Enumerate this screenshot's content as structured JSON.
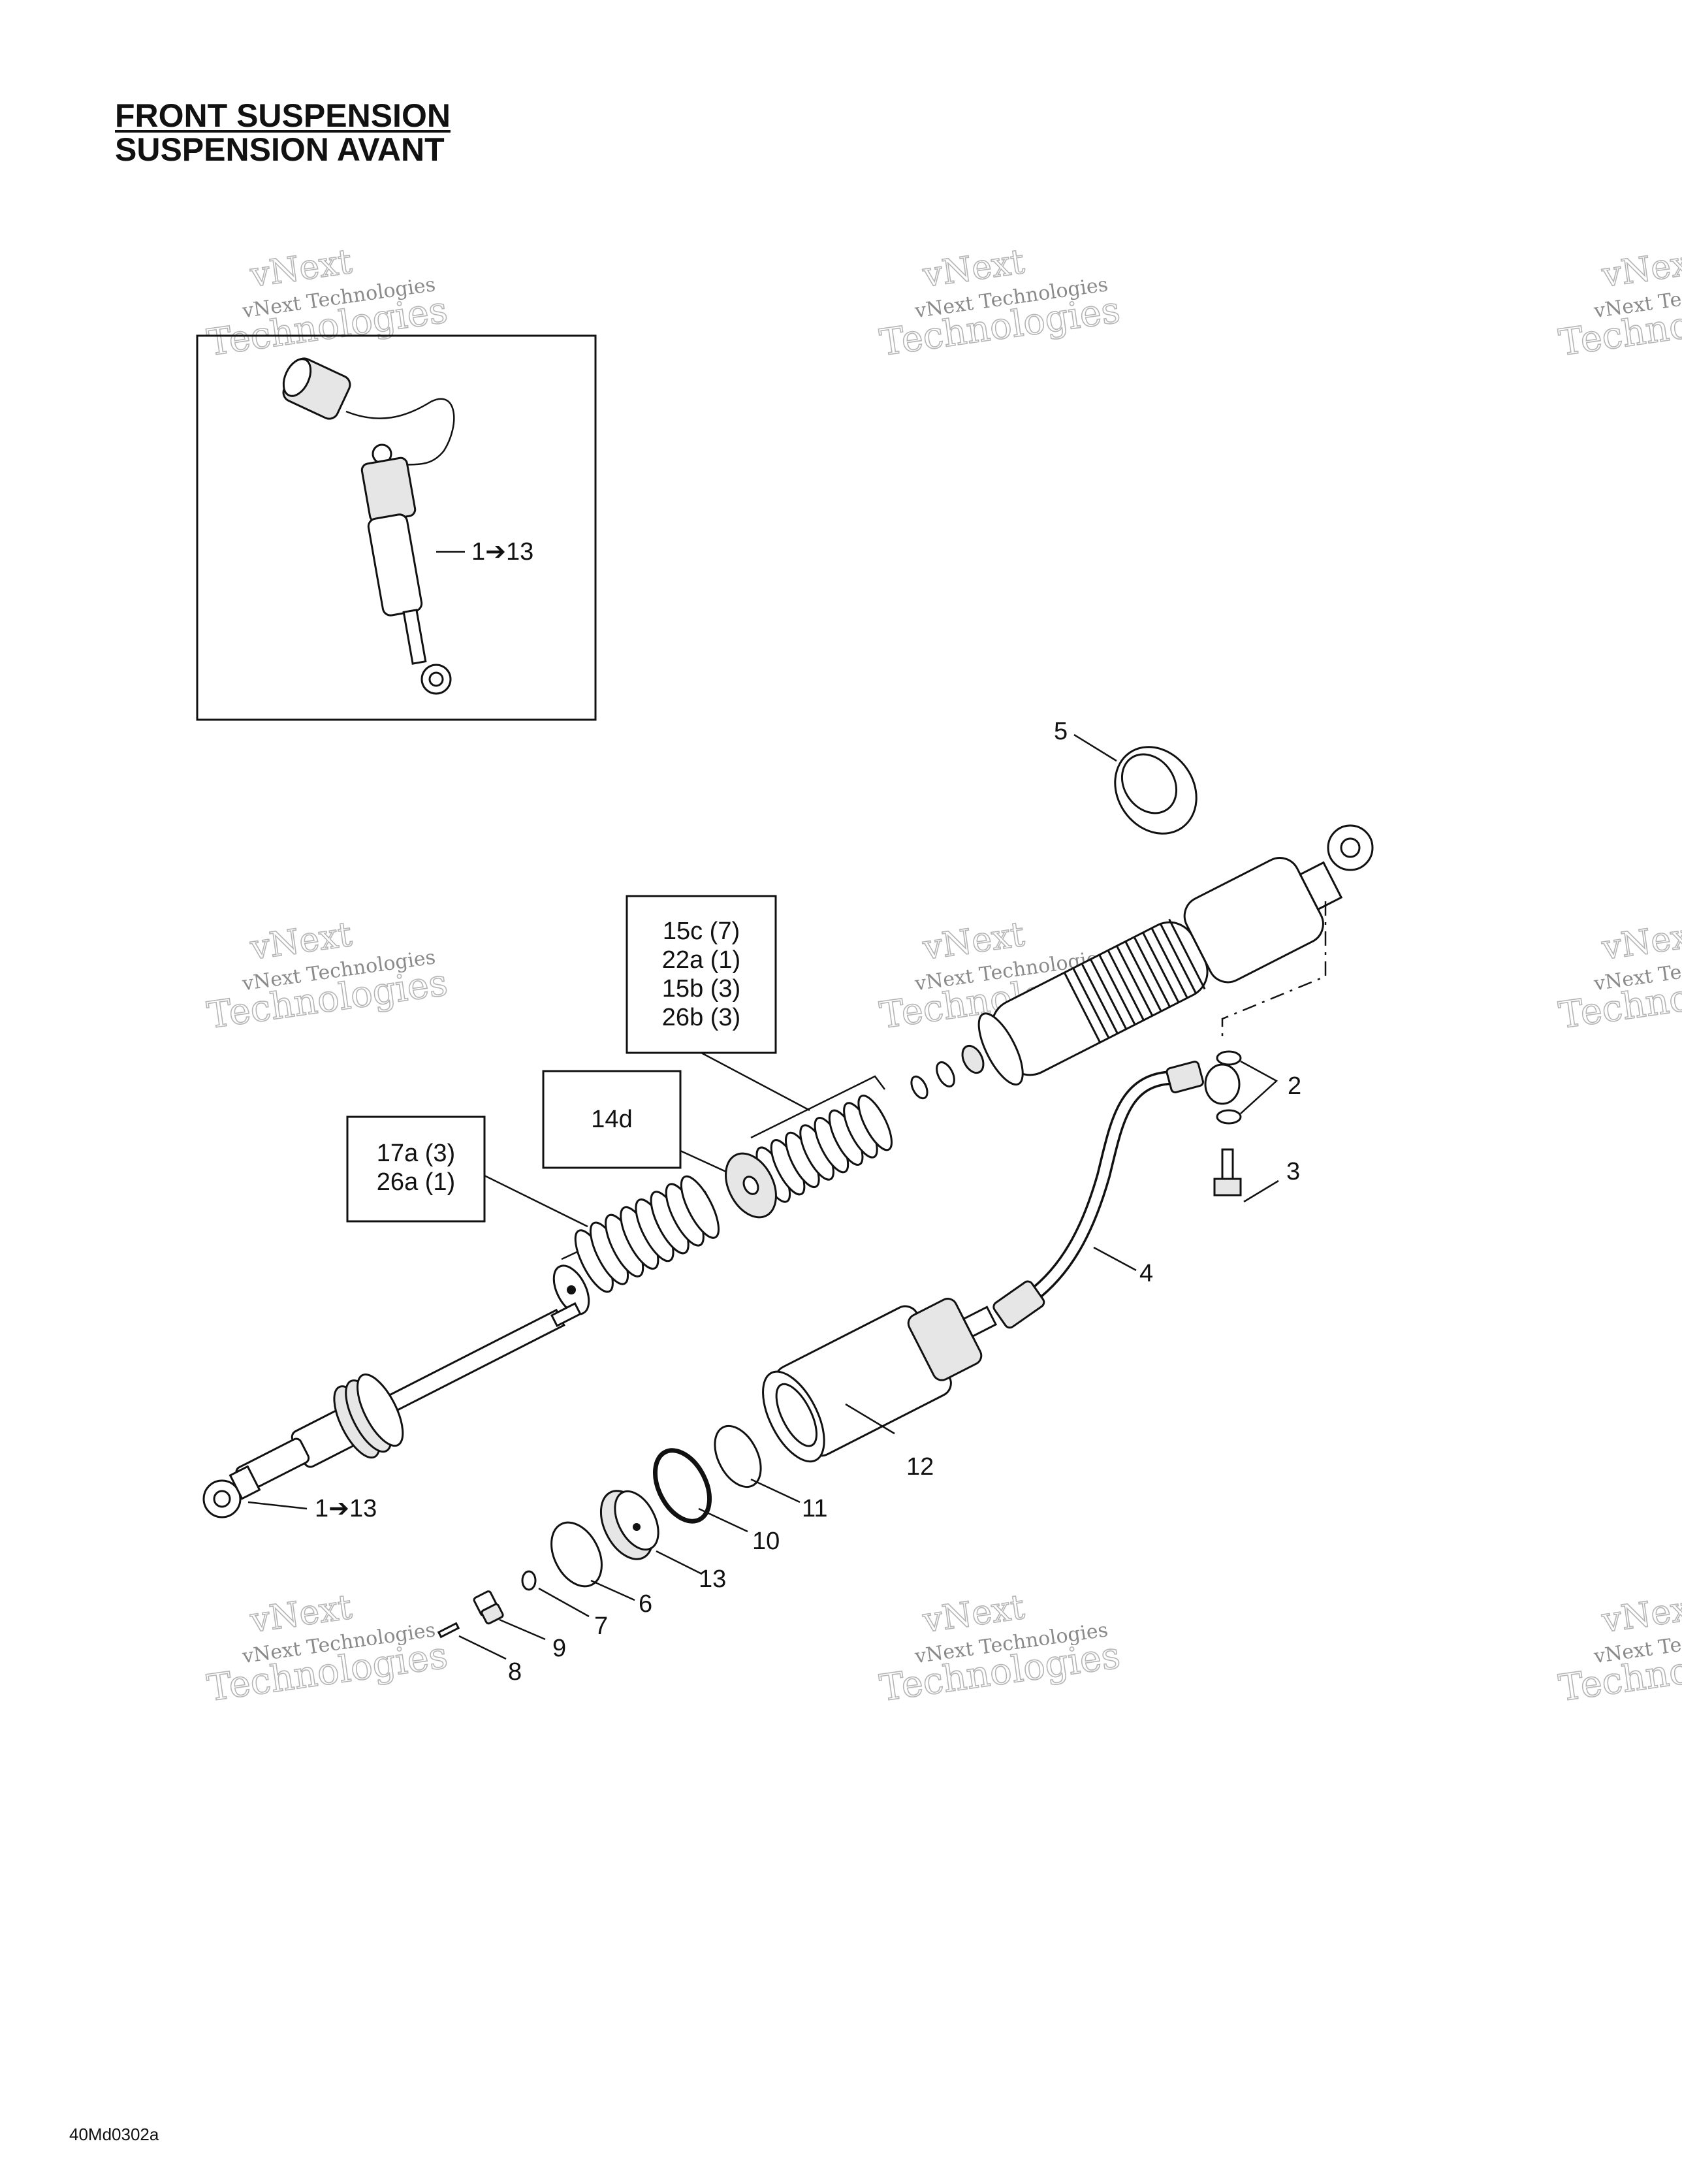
{
  "header": {
    "title_en": "FRONT SUSPENSION",
    "title_fr": "SUSPENSION AVANT"
  },
  "watermark": {
    "line1": "vNext",
    "line2": "vNext Technologies",
    "line3": "Technologies"
  },
  "inset": {
    "callout": "1➔13"
  },
  "callouts": {
    "c1": "1➔13",
    "c2": "2",
    "c3": "3",
    "c4": "4",
    "c5": "5",
    "c6": "6",
    "c7": "7",
    "c8": "8",
    "c9": "9",
    "c10": "10",
    "c11": "11",
    "c12": "12",
    "c13": "13"
  },
  "boxes": {
    "box_15c": [
      "15c (7)",
      "22a (1)",
      "15b (3)",
      "26b (3)"
    ],
    "box_14d": [
      "14d"
    ],
    "box_17a": [
      "17a (3)",
      "26a (1)"
    ]
  },
  "footer": {
    "drawing_code": "40Md0302a"
  }
}
